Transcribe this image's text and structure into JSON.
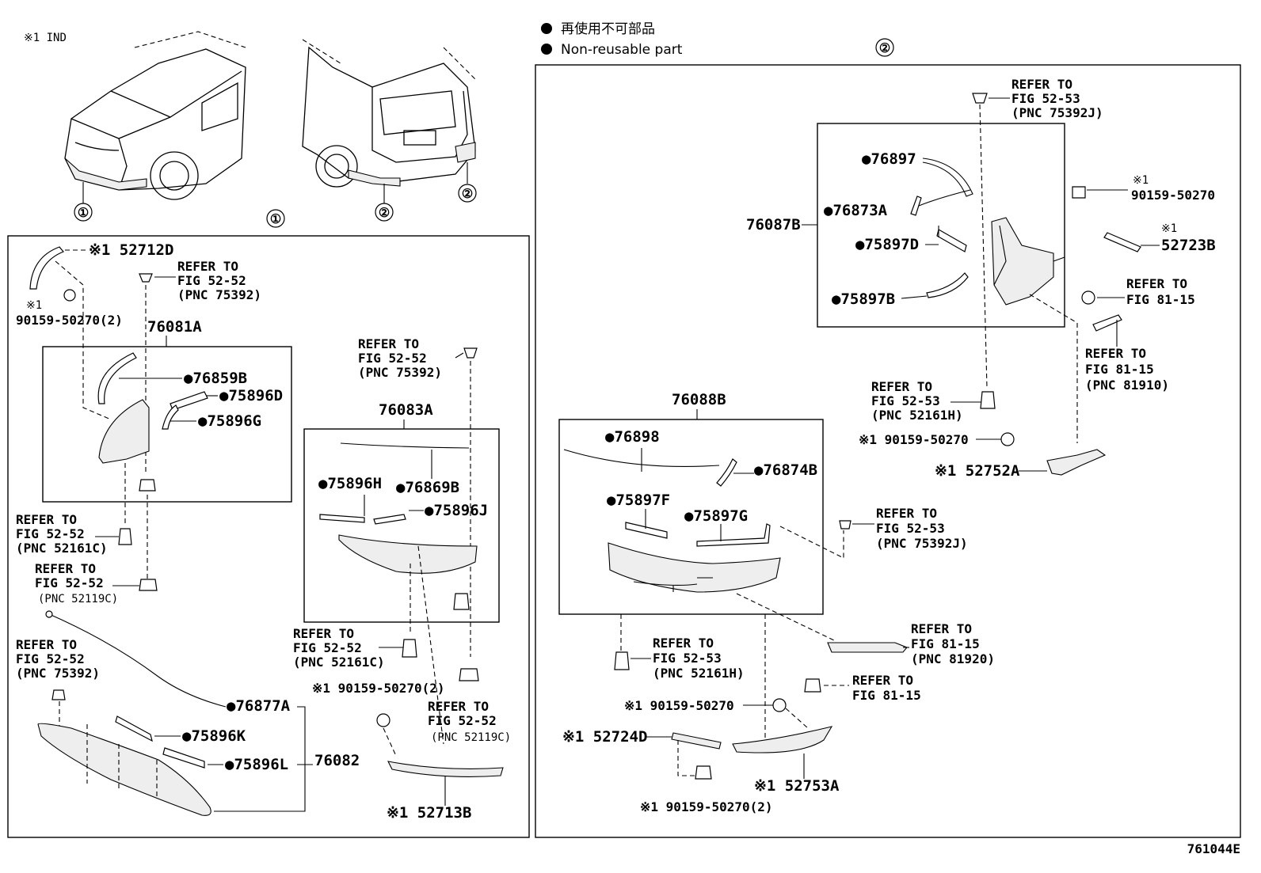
{
  "legend": {
    "jp": "再使用不可部品",
    "en": "Non-reusable part"
  },
  "note_ind": "※1 IND",
  "footer_code": "761044E",
  "callouts": {
    "c1": "①",
    "c2": "②"
  },
  "section1": {
    "p52712D": "※1 52712D",
    "bolt_note": "※1",
    "bolt_num": "90159-50270(2)",
    "ref_a": [
      "REFER TO",
      "FIG 52-52",
      "(PNC 75392)"
    ],
    "k76081A": "76081A",
    "p76859B": "●76859B",
    "p75896D": "●75896D",
    "p75896G": "●75896G",
    "ref_b": [
      "REFER TO",
      "FIG 52-52",
      "(PNC 52161C)"
    ],
    "ref_c": [
      "REFER TO",
      "FIG 52-52",
      "(PNC 52119C)"
    ],
    "ref_d": [
      "REFER TO",
      "FIG 52-52",
      "(PNC 75392)"
    ],
    "p76877A": "●76877A",
    "p75896K": "●75896K",
    "p75896L": "●75896L",
    "k76082": "76082",
    "ref_e": [
      "REFER TO",
      "FIG 52-52",
      "(PNC 75392)"
    ],
    "k76083A": "76083A",
    "p75896H": "●75896H",
    "p76869B": "●76869B",
    "p75896J": "●75896J",
    "ref_f": [
      "REFER TO",
      "FIG 52-52",
      "(PNC 52161C)"
    ],
    "bolt2": "※1 90159-50270(2)",
    "ref_g": [
      "REFER TO",
      "FIG 52-52",
      "(PNC 52119C)"
    ],
    "p52713B": "※1 52713B"
  },
  "section2": {
    "ref_a": [
      "REFER TO",
      "FIG 52-53",
      "(PNC 75392J)"
    ],
    "p76897": "●76897",
    "p76873A": "●76873A",
    "k76087B": "76087B",
    "p75897D": "●75897D",
    "p75897B": "●75897B",
    "bolt_note": "※1",
    "bolt_num": "90159-50270",
    "p52723B_note": "※1",
    "p52723B": "52723B",
    "ref_b": [
      "REFER TO",
      "FIG 81-15"
    ],
    "ref_c": [
      "REFER TO",
      "FIG 81-15",
      "(PNC 81910)"
    ],
    "ref_d": [
      "REFER TO",
      "FIG 52-53",
      "(PNC 52161H)"
    ],
    "bolt2": "※1 90159-50270",
    "p52752A": "※1 52752A",
    "k76088B": "76088B",
    "p76898": "●76898",
    "p76874B": "●76874B",
    "p75897F": "●75897F",
    "p75897G": "●75897G",
    "ref_e": [
      "REFER TO",
      "FIG 52-53",
      "(PNC 75392J)"
    ],
    "ref_f": [
      "REFER TO",
      "FIG 81-15",
      "(PNC 81920)"
    ],
    "ref_g": [
      "REFER TO",
      "FIG 52-53",
      "(PNC 52161H)"
    ],
    "ref_h": [
      "REFER TO",
      "FIG 81-15"
    ],
    "bolt3": "※1 90159-50270",
    "p52724D": "※1 52724D",
    "p52753A": "※1 52753A",
    "bolt4": "※1 90159-50270(2)"
  }
}
